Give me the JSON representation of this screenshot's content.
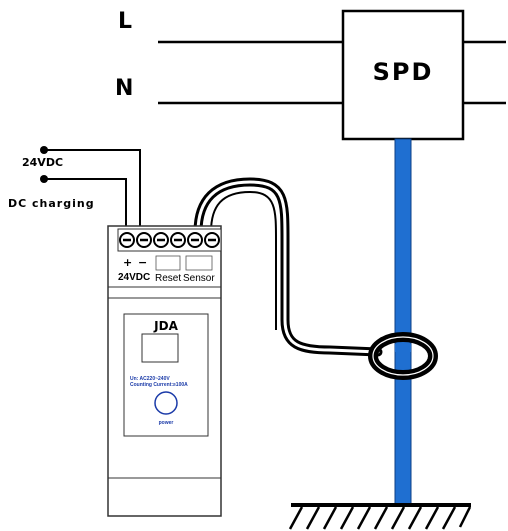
{
  "labels": {
    "line_l": "L",
    "line_n": "N",
    "spd": "SPD",
    "dc_voltage": "24VDC",
    "dc_charging": "DC charging",
    "terminal_plus": "+",
    "terminal_minus": "−",
    "terminal_voltage": "24VDC",
    "reset": "Reset",
    "sensor": "Sensor",
    "device_name": "JDA",
    "spec_line1": "Un: AC220~240V",
    "spec_line2": "Counting Current:≥100A",
    "button_label": "power"
  },
  "colors": {
    "ground_conductor": "#1f6fd1",
    "wire": "#000000",
    "device_fill": "#ffffff",
    "spec_text": "#1a3aa8"
  }
}
